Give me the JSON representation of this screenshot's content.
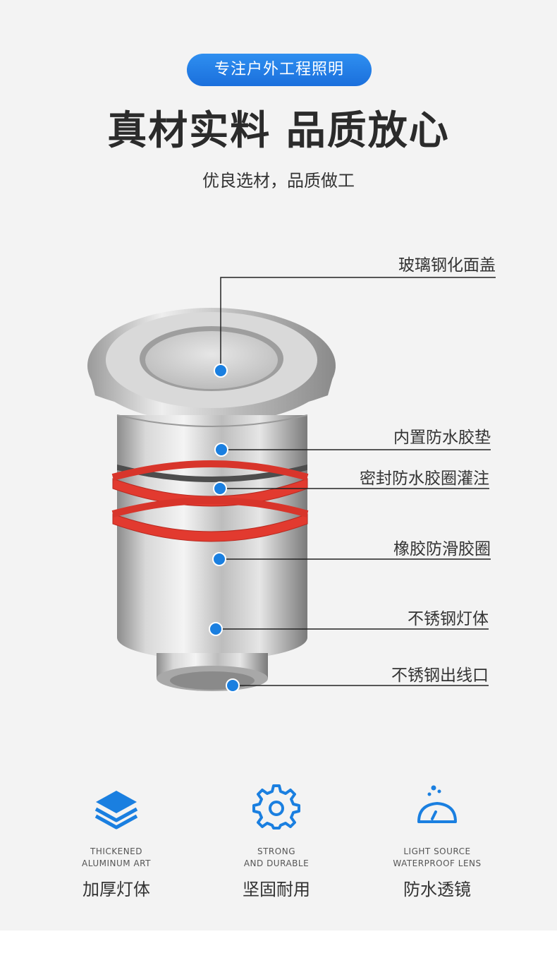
{
  "header": {
    "badge": "专注户外工程照明",
    "headline": "真材实料 品质放心",
    "subtitle": "优良选材，品质做工"
  },
  "callouts": [
    {
      "label": "玻璃钢化面盖"
    },
    {
      "label": "内置防水胶垫"
    },
    {
      "label": "密封防水胶圈灌注"
    },
    {
      "label": "橡胶防滑胶圈"
    },
    {
      "label": "不锈钢灯体"
    },
    {
      "label": "不锈钢出线口"
    }
  ],
  "features": [
    {
      "icon": "layers-icon",
      "en_line1": "THICKENED",
      "en_line2": "ALUMINUM ART",
      "cn": "加厚灯体"
    },
    {
      "icon": "gear-icon",
      "en_line1": "STRONG",
      "en_line2": "AND DURABLE",
      "cn": "坚固耐用"
    },
    {
      "icon": "water-lens-icon",
      "en_line1": "LIGHT SOURCE",
      "en_line2": "WATERPROOF LENS",
      "cn": "防水透镜"
    }
  ],
  "colors": {
    "accent": "#1a7fe0",
    "ring": "#e23a2f",
    "steel": "#c7c7c7",
    "text": "#333333"
  }
}
